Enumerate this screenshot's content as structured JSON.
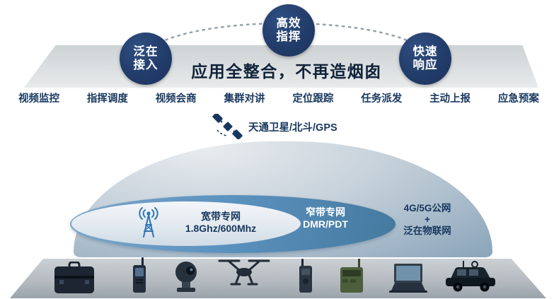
{
  "colors": {
    "bubble_navy": "#1f3864",
    "title_text": "#0f2239",
    "feature_text": "#1a3a60",
    "dome_blue": "#5d93c0",
    "antenna_blue": "#2e75b6",
    "slab_gray": "#cdd2d4"
  },
  "header": {
    "title": "应用全整合，不再造烟囱",
    "bubbles": [
      {
        "line1": "泛在",
        "line2": "接入"
      },
      {
        "line1": "高效",
        "line2": "指挥"
      },
      {
        "line1": "快速",
        "line2": "响应"
      }
    ],
    "features": [
      "视频监控",
      "指挥调度",
      "视频会商",
      "集群对讲",
      "定位跟踪",
      "任务派发",
      "主动上报",
      "应急预案"
    ]
  },
  "satellite": {
    "label": "天通卫星/北斗/GPS"
  },
  "dome": {
    "broadband": {
      "line1": "宽带专网",
      "line2": "1.8Ghz/600Mhz"
    },
    "narrowband": {
      "line1": "窄带专网",
      "line2": "DMR/PDT"
    },
    "public_net": {
      "line1": "4G/5G公网",
      "line2": "+",
      "line3": "泛在物联网"
    }
  },
  "devices": [
    "equipment-case",
    "handheld-terminal",
    "ptz-camera",
    "drone",
    "portable-radio",
    "field-radio",
    "rugged-laptop",
    "command-vehicle"
  ]
}
